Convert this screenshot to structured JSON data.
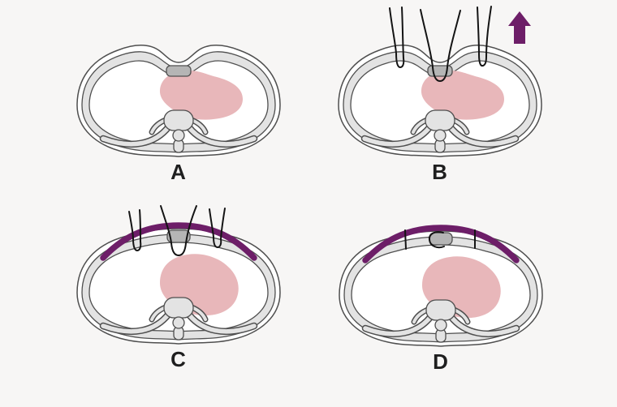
{
  "figure": {
    "type": "medical-illustration",
    "subject": "chest-cross-sections-sternal-elevation-and-support-bar",
    "panels": [
      {
        "label": "A",
        "variant": "depressed",
        "sutures": "none",
        "bar": false,
        "arrow": false,
        "name": "baseline-sunken-sternum"
      },
      {
        "label": "B",
        "variant": "depressed",
        "sutures": "long",
        "bar": false,
        "arrow": true,
        "name": "sutures-placed-elevation-arrow"
      },
      {
        "label": "C",
        "variant": "corrected",
        "sutures": "long",
        "bar": true,
        "arrow": false,
        "name": "bar-placed-sutures-untied"
      },
      {
        "label": "D",
        "variant": "corrected",
        "sutures": "short",
        "bar": true,
        "arrow": false,
        "name": "bar-secured-sutures-trimmed"
      }
    ],
    "colors": {
      "background": "#f7f6f5",
      "outline": "#4f4f4f",
      "chest_wall": "#e3e3e3",
      "sternum": "#b5b5b5",
      "heart": "#e8b7ba",
      "bar_purple": "#6d1e68",
      "suture_black": "#141414",
      "label_text": "#1f1f1f"
    }
  }
}
